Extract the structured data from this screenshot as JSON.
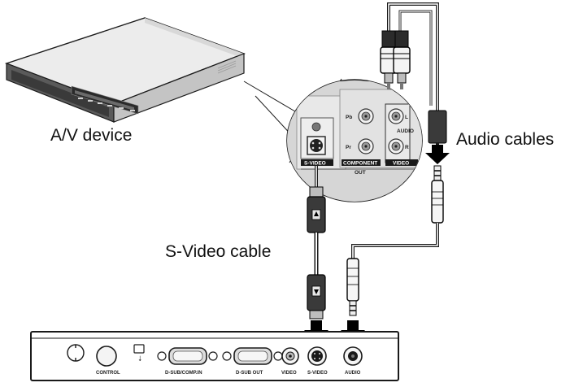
{
  "labels": {
    "av_device": "A/V device",
    "audio_cables": "Audio cables",
    "svideo_cable": "S-Video cable"
  },
  "av_panel": {
    "svideo": "S-VIDEO",
    "component": "COMPONENT",
    "video": "VIDEO",
    "out": "OUT",
    "audio": "AUDIO",
    "pb": "Pb",
    "pr": "Pr",
    "l": "L",
    "r": "R"
  },
  "projector_ports": {
    "control": "CONTROL",
    "dsub_comp_in": "D-SUB/COMP.IN",
    "dsub_out": "D-SUB OUT",
    "video": "VIDEO",
    "svideo": "S-VIDEO",
    "audio": "AUDIO"
  },
  "colors": {
    "line": "#1a1a1a",
    "device_body": "#e6e6e6",
    "device_front": "#4a4a4a",
    "panel_bg": "#d9d9d9",
    "arrow": "#000000"
  }
}
